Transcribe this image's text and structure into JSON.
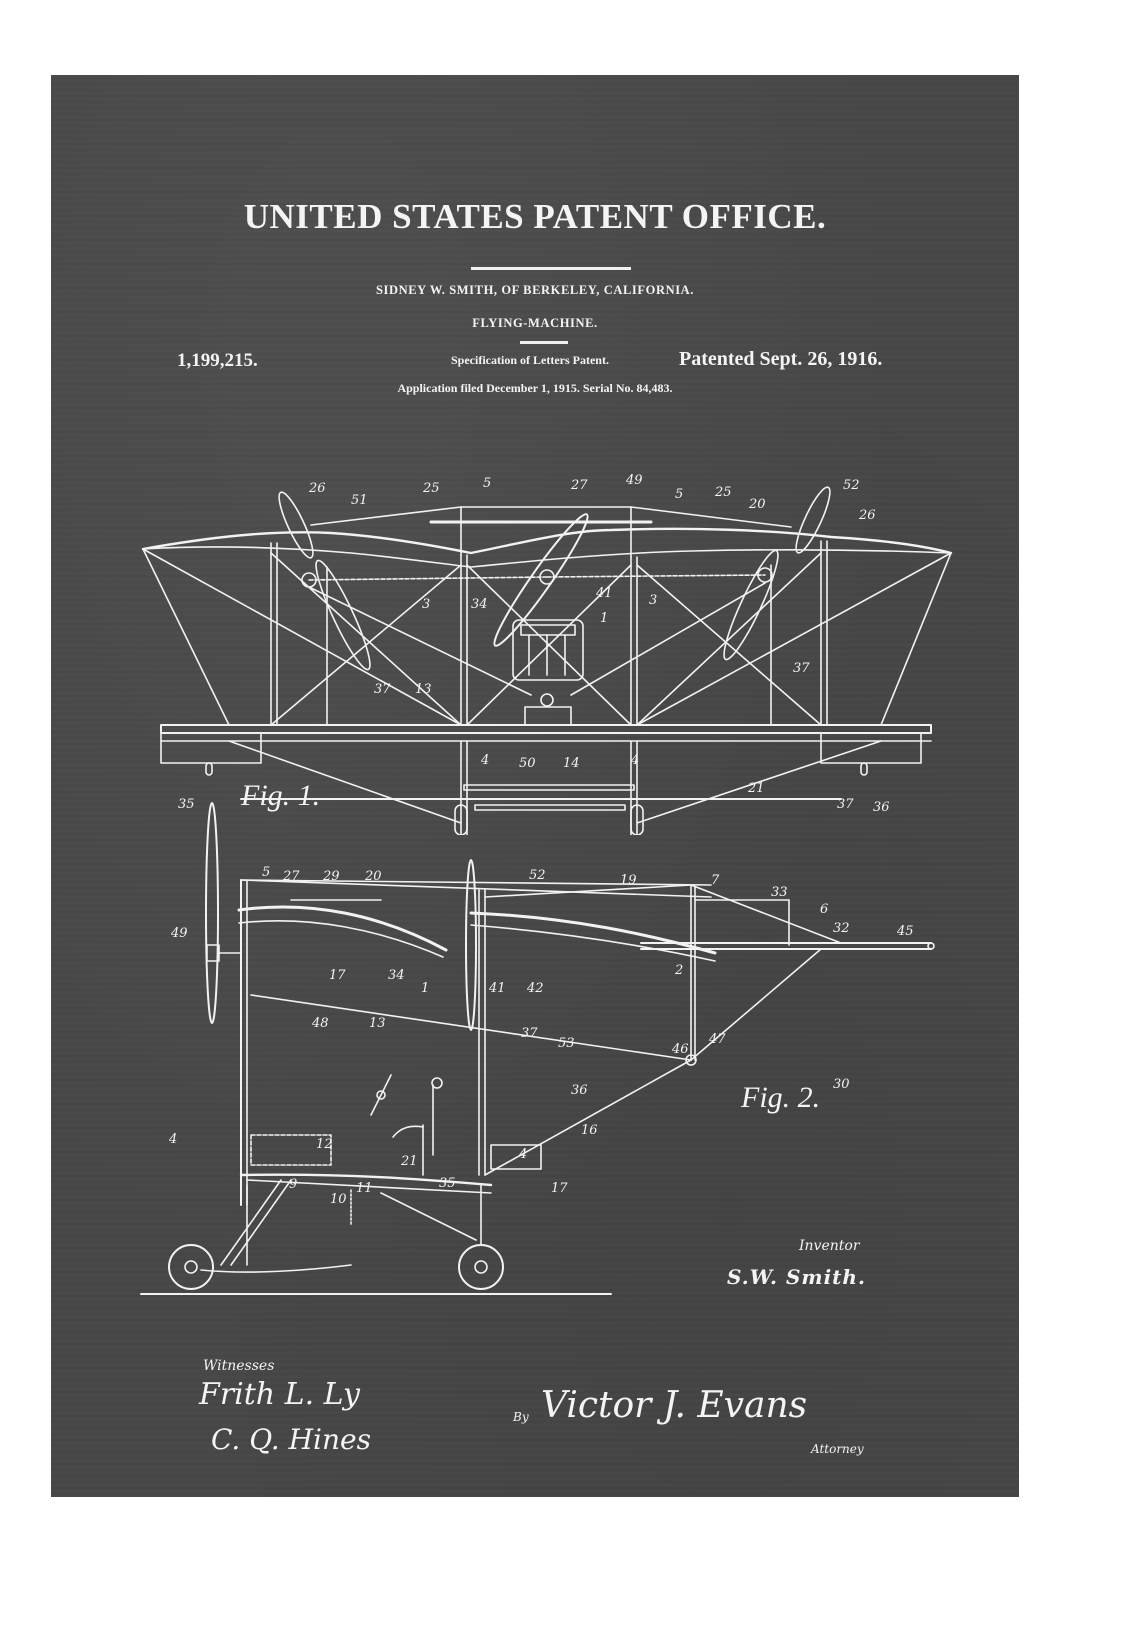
{
  "header": {
    "office_title": "UNITED STATES PATENT OFFICE.",
    "inventor_line": "SIDNEY W. SMITH, OF BERKELEY, CALIFORNIA.",
    "invention_title": "FLYING-MACHINE.",
    "patent_number": "1,199,215.",
    "specification": "Specification of Letters Patent.",
    "patented_date": "Patented Sept. 26, 1916.",
    "application_line": "Application filed December 1, 1915.   Serial No. 84,483."
  },
  "figures": {
    "fig1": {
      "label": "Fig. 1.",
      "callouts": [
        "26",
        "51",
        "25",
        "5",
        "27",
        "49",
        "5",
        "25",
        "20",
        "52",
        "26",
        "3",
        "34",
        "41",
        "1",
        "3",
        "13",
        "37",
        "37",
        "4",
        "50",
        "14",
        "4",
        "21",
        "35",
        "37",
        "36"
      ]
    },
    "fig2": {
      "label": "Fig. 2.",
      "callouts": [
        "5",
        "27",
        "29",
        "20",
        "52",
        "19",
        "7",
        "33",
        "6",
        "32",
        "45",
        "49",
        "17",
        "34",
        "1",
        "41",
        "42",
        "2",
        "30",
        "48",
        "13",
        "37",
        "53",
        "46",
        "47",
        "36",
        "4",
        "16",
        "12",
        "21",
        "4",
        "9",
        "11",
        "35",
        "17",
        "10"
      ]
    }
  },
  "signatures": {
    "witnesses_label": "Witnesses",
    "witness_1": "Frith L. Ly",
    "witness_2": "C. Q. Hines",
    "inventor_label": "Inventor",
    "inventor_signature": "S.W. Smith.",
    "by_label": "By",
    "attorney_signature": "Victor J. Evans",
    "attorney_label": "Attorney"
  },
  "colors": {
    "board_background": "#464646",
    "ink": "#f4f4f4",
    "page_margin": "#ffffff"
  }
}
